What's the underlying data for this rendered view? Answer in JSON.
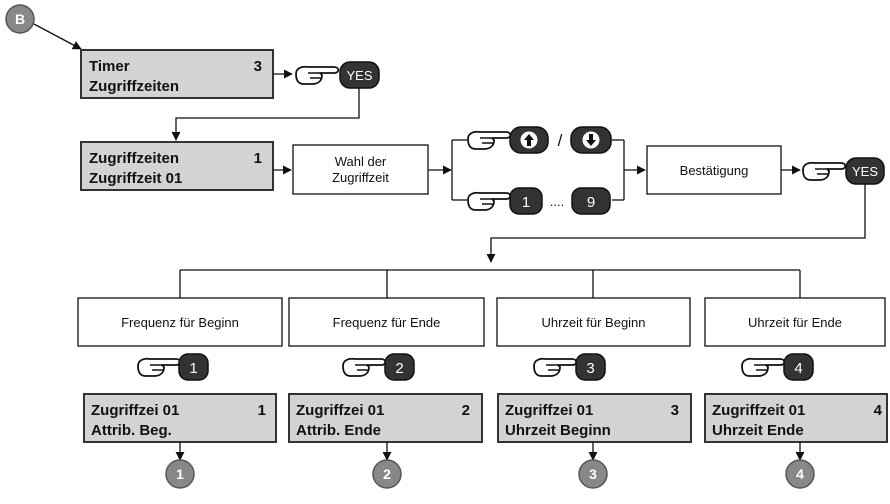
{
  "start_marker": "B",
  "lcd_timer": {
    "line1": "Timer",
    "line2": "Zugriffzeiten",
    "index": "3"
  },
  "lcd_zugriff": {
    "line1": "Zugriffzeiten",
    "line2": "Zugriffzeit 01",
    "index": "1"
  },
  "yes_label": "YES",
  "wahl_box": {
    "line1": "Wahl der",
    "line2": "Zugriffzeit"
  },
  "slash": "/",
  "key_1": "1",
  "key_9": "9",
  "ellipsis": "....",
  "bestaetigung": "Bestätigung",
  "branches": [
    {
      "label": "Frequenz für Beginn",
      "key": "1",
      "lcd_line1": "Zugriffzei 01",
      "lcd_line2": "Attrib. Beg.",
      "lcd_index": "1",
      "marker": "1"
    },
    {
      "label": "Frequenz für Ende",
      "key": "2",
      "lcd_line1": "Zugriffzei 01",
      "lcd_line2": "Attrib. Ende",
      "lcd_index": "2",
      "marker": "2"
    },
    {
      "label": "Uhrzeit für Beginn",
      "key": "3",
      "lcd_line1": "Zugriffzei 01",
      "lcd_line2": "Uhrzeit Beginn",
      "lcd_index": "3",
      "marker": "3"
    },
    {
      "label": "Uhrzeit für Ende",
      "key": "4",
      "lcd_line1": "Zugriffzeit 01",
      "lcd_line2": "Uhrzeit Ende",
      "lcd_index": "4",
      "marker": "4"
    }
  ],
  "colors": {
    "lcd_fill": "#d3d3d3",
    "key_fill": "#333333",
    "marker_fill": "#888888",
    "line": "#111111"
  }
}
